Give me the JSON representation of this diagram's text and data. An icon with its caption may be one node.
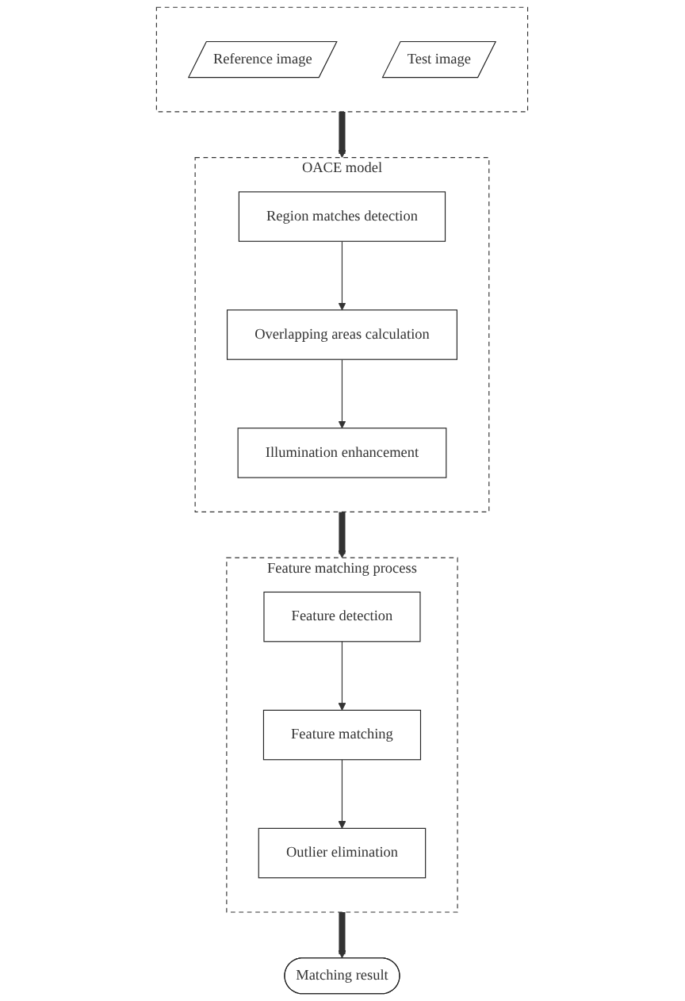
{
  "diagram": {
    "nodes": [
      {
        "text": [],
        "shape": "box"
      },
      {
        "text": [
          "Reference image"
        ],
        "in": 0
      },
      {
        "text": [
          "Test image"
        ],
        "in": 0
      },
      {
        "text": [
          "OACE model"
        ]
      },
      {
        "text": [
          "Region matches detection"
        ],
        "in": 3
      },
      {
        "text": [
          "Overlapping areas calculation"
        ],
        "in": 3
      },
      {
        "text": [
          "Illumination enhancement"
        ],
        "in": 3
      },
      {
        "text": [
          "Feature matching process"
        ]
      },
      {
        "text": [
          "Feature detection"
        ],
        "in": 7
      },
      {
        "text": [
          "Feature matching"
        ],
        "in": 7
      },
      {
        "text": [
          "Outlier elimination"
        ],
        "in": 7
      },
      {
        "text": [
          "Matching result"
        ]
      }
    ],
    "edges": [
      {
        "from": 0,
        "to": 3,
        "arrow": "to",
        "style": "thick"
      },
      {
        "from": 4,
        "to": 5,
        "arrow": "to"
      },
      {
        "from": 5,
        "to": 6,
        "arrow": "to"
      },
      {
        "from": 3,
        "to": 7,
        "arrow": "to",
        "style": "thick"
      },
      {
        "from": 8,
        "to": 9,
        "arrow": "to"
      },
      {
        "from": 9,
        "to": 10,
        "arrow": "to"
      },
      {
        "from": 7,
        "to": 11,
        "arrow": "to",
        "style": "thick"
      }
    ]
  }
}
